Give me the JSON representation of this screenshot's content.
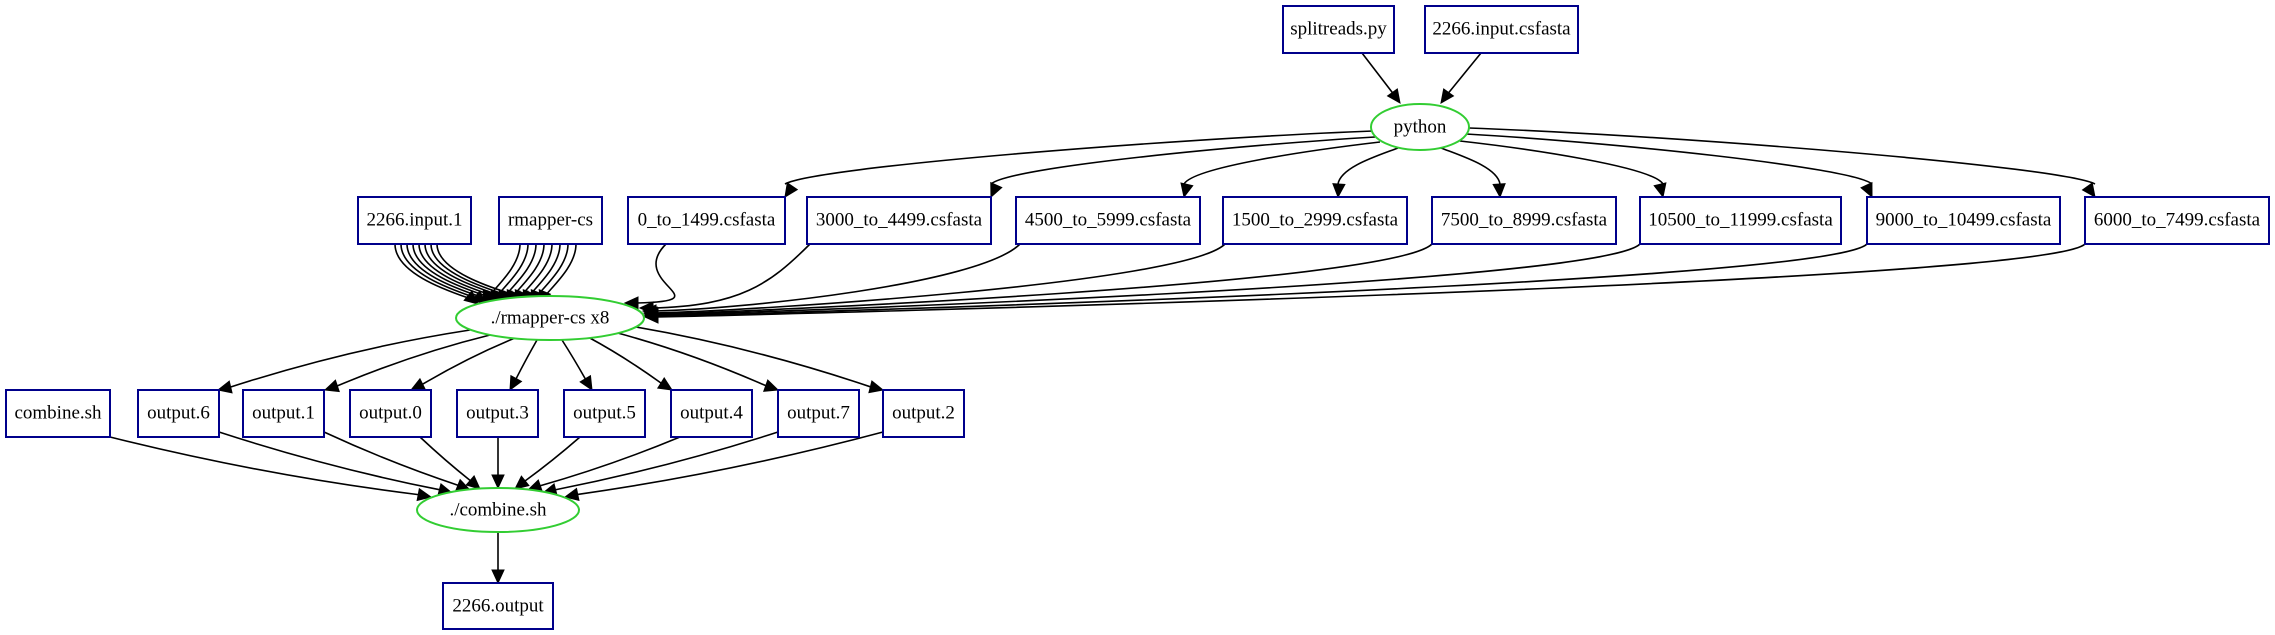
{
  "diagram": {
    "file_nodes": {
      "splitreads_py": "splitreads.py",
      "input_csfasta": "2266.input.csfasta",
      "input_1": "2266.input.1",
      "rmapper_cs": "rmapper-cs",
      "chunk_0": "0_to_1499.csfasta",
      "chunk_3000": "3000_to_4499.csfasta",
      "chunk_4500": "4500_to_5999.csfasta",
      "chunk_1500": "1500_to_2999.csfasta",
      "chunk_7500": "7500_to_8999.csfasta",
      "chunk_10500": "10500_to_11999.csfasta",
      "chunk_9000": "9000_to_10499.csfasta",
      "chunk_6000": "6000_to_7499.csfasta",
      "combine_sh": "combine.sh",
      "output_6": "output.6",
      "output_1": "output.1",
      "output_0": "output.0",
      "output_3": "output.3",
      "output_5": "output.5",
      "output_4": "output.4",
      "output_7": "output.7",
      "output_2": "output.2",
      "final_output": "2266.output"
    },
    "process_nodes": {
      "python": "python",
      "rmapper_x8": "./rmapper-cs x8",
      "combine": "./combine.sh"
    },
    "colors": {
      "file_border": "#00008b",
      "process_border": "#32cd32",
      "edge": "#000000"
    }
  }
}
